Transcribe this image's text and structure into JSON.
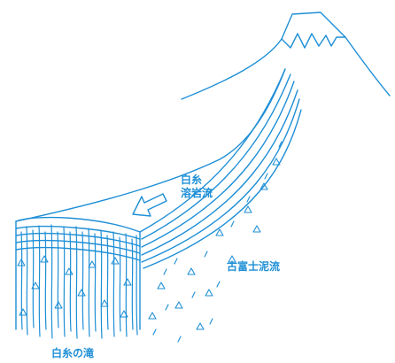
{
  "labels": {
    "lava_line1": "白糸",
    "lava_line2": "溶岩流",
    "mud_flow": "古富士泥流",
    "falls": "白糸の滝"
  },
  "colors": {
    "line": "#1e8fd6",
    "background": "#ffffff"
  },
  "icons": {
    "flow_arrow": "arrow-left-down-icon",
    "mountain": "mountain-icon",
    "mud_marks": "triangle-icon"
  }
}
